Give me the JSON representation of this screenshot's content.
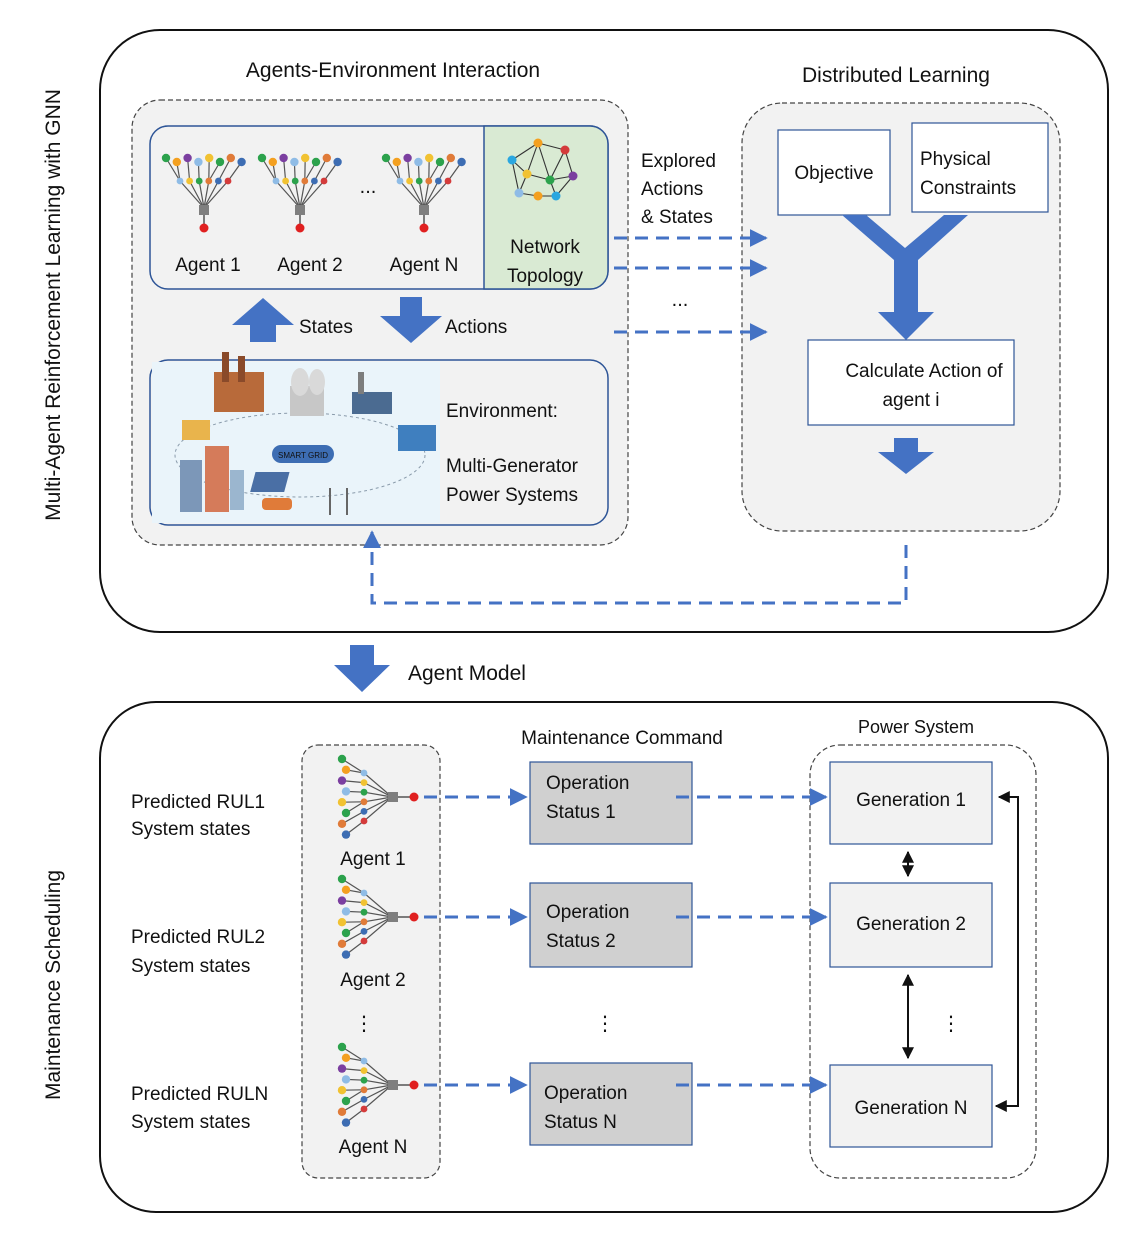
{
  "side_labels": {
    "top": "Multi-Agent Reinforcement Learning with GNN",
    "bottom": "Maintenance Scheduling"
  },
  "top_panel": {
    "interaction_title": "Agents-Environment Interaction",
    "distributed_title": "Distributed Learning",
    "agents": [
      "Agent 1",
      "Agent 2",
      "Agent N"
    ],
    "agents_ellipsis": "...",
    "network_topology": "Network\nTopology",
    "states_label": "States",
    "actions_label": "Actions",
    "environment_label": "Environment:",
    "environment_desc": "Multi-Generator\nPower Systems",
    "smart_grid_label": "SMART GRID",
    "explored_label": "Explored\nActions\n& States",
    "arrows_ellipsis": "...",
    "objective": "Objective",
    "physical_constraints": "Physical\nConstraints",
    "calculate_action": "Calculate Action of\nagent i"
  },
  "agent_model_label": "Agent Model",
  "bottom_panel": {
    "maintenance_command_title": "Maintenance Command",
    "power_system_title": "Power System",
    "inputs": [
      "Predicted RUL1\nSystem states",
      "Predicted RUL2\nSystem states",
      "Predicted RULN\nSystem states"
    ],
    "agents": [
      "Agent 1",
      "Agent 2",
      "Agent N"
    ],
    "operations": [
      "Operation\nStatus 1",
      "Operation\nStatus 2",
      "Operation\nStatus N"
    ],
    "generations": [
      "Generation 1",
      "Generation 2",
      "Generation N"
    ],
    "vertical_ellipsis": "⋮"
  },
  "colors": {
    "accent_blue": "#4472c4",
    "panel_fill": "#f2f2f2",
    "topology_fill": "#d9ead3",
    "operation_fill": "#d0d0d0",
    "generation_fill": "#f2f2f2"
  }
}
